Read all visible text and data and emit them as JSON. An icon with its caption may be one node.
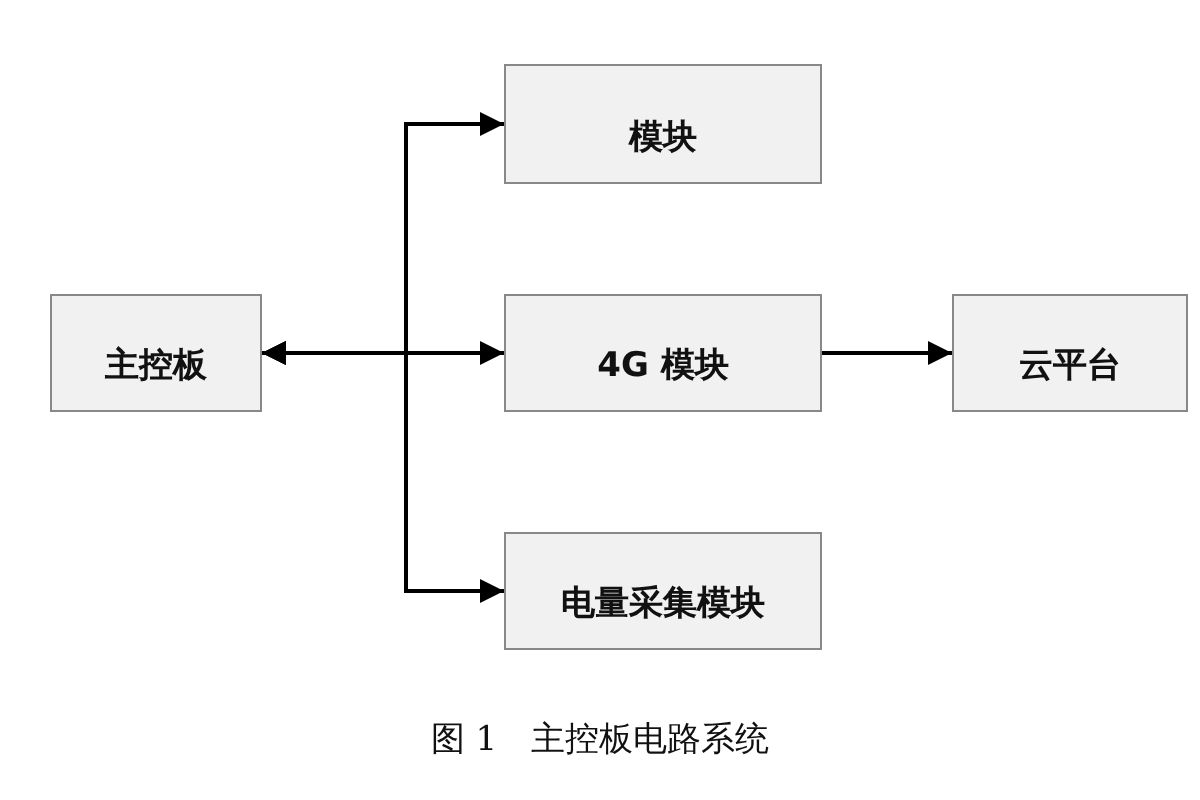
{
  "diagram": {
    "caption": "图 1　主控板电路系统",
    "nodes": [
      {
        "text": [
          "主控板"
        ]
      },
      {
        "text": [
          "模块"
        ]
      },
      {
        "text": [
          "4G 模块"
        ]
      },
      {
        "text": [
          "电量采集模块"
        ]
      },
      {
        "text": [
          "云平台"
        ]
      }
    ],
    "edges": [
      {
        "from": 0,
        "to": 1,
        "arrow": "both"
      },
      {
        "from": 0,
        "to": 2,
        "arrow": "both"
      },
      {
        "from": 0,
        "to": 3,
        "arrow": "both"
      },
      {
        "from": 2,
        "to": 4,
        "arrow": "to"
      }
    ]
  }
}
